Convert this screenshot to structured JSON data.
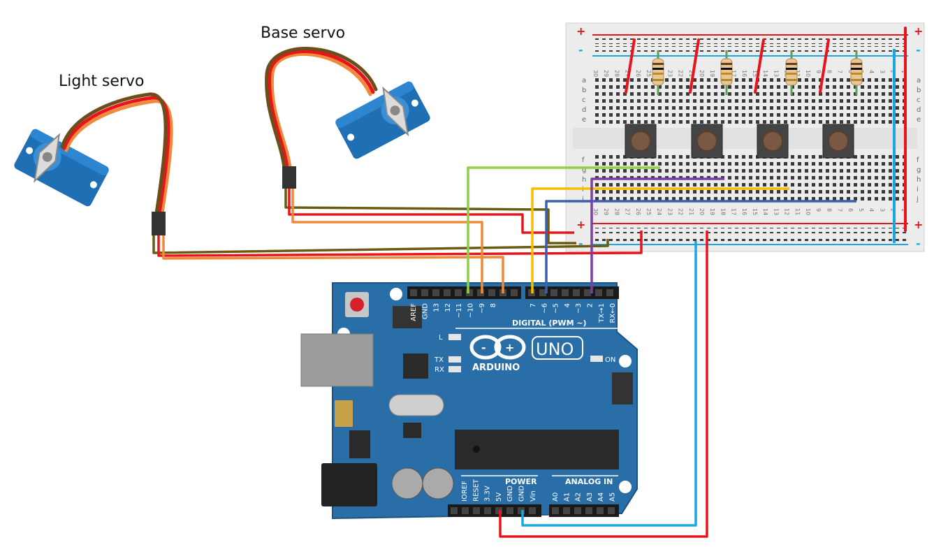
{
  "captions": {
    "light_servo": "Light servo",
    "base_servo": "Base servo"
  },
  "arduino": {
    "logo_text": "ARDUINO",
    "model": "UNO",
    "digital_header": "DIGITAL (PWM ~)",
    "power_header": "POWER",
    "analog_header": "ANALOG IN",
    "on_label": "ON",
    "led_l": "L",
    "led_tx": "TX",
    "led_rx": "RX",
    "digital_pins": [
      "AREF",
      "GND",
      "13",
      "12",
      "~11",
      "~10",
      "~9",
      "8",
      "7",
      "~6",
      "~5",
      "4",
      "~3",
      "2",
      "TX→1",
      "RX←0"
    ],
    "power_pins": [
      "IOREF",
      "RESET",
      "3.3V",
      "5V",
      "GND",
      "GND",
      "Vin"
    ],
    "analog_pins": [
      "A0",
      "A1",
      "A2",
      "A3",
      "A4",
      "A5"
    ]
  },
  "breadboard": {
    "plus": "+",
    "minus": "-",
    "row_letters_top": [
      "a",
      "b",
      "c",
      "d",
      "e"
    ],
    "row_letters_bottom": [
      "f",
      "g",
      "h",
      "i",
      "j"
    ],
    "column_numbers": [
      "30",
      "29",
      "28",
      "27",
      "26",
      "25",
      "24",
      "23",
      "22",
      "21",
      "20",
      "19",
      "18",
      "17",
      "16",
      "15",
      "14",
      "13",
      "12",
      "11",
      "10",
      "9",
      "8",
      "7",
      "6",
      "5",
      "4",
      "3",
      "2",
      "1"
    ]
  },
  "colors": {
    "board_blue": "#2a6ea8",
    "wire_red": "#e8141b",
    "wire_blue": "#1aa6e0",
    "wire_green": "#8fcf4a",
    "wire_orange": "#ee8a3a",
    "wire_yellow": "#f6be00",
    "wire_purple": "#7a3fa2",
    "wire_dark_blue": "#3d5fb0",
    "wire_brown": "#6b5a12",
    "servo_blue": "#1e6fb3"
  }
}
